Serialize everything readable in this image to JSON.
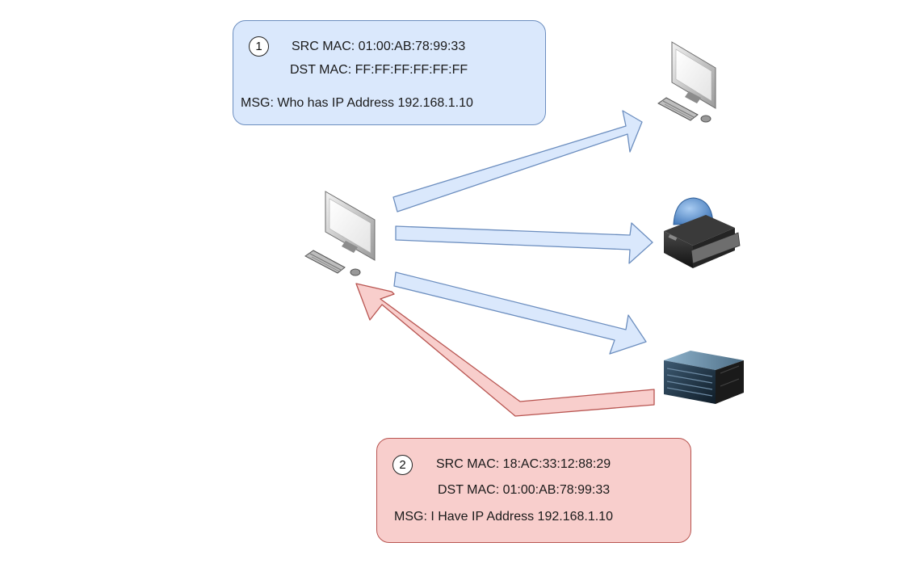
{
  "request": {
    "step": "1",
    "src": "SRC MAC: 01:00:AB:78:99:33",
    "dst": "DST MAC: FF:FF:FF:FF:FF:FF",
    "msg": "MSG: Who has IP Address 192.168.1.10"
  },
  "response": {
    "step": "2",
    "src": "SRC MAC: 18:AC:33:12:88:29",
    "dst": "DST MAC: 01:00:AB:78:99:33",
    "msg": "MSG: I Have IP Address 192.168.1.10"
  },
  "colors": {
    "request_fill": "#dae8fc",
    "request_stroke": "#6c8ebf",
    "response_fill": "#f8cecc",
    "response_stroke": "#b85450"
  }
}
